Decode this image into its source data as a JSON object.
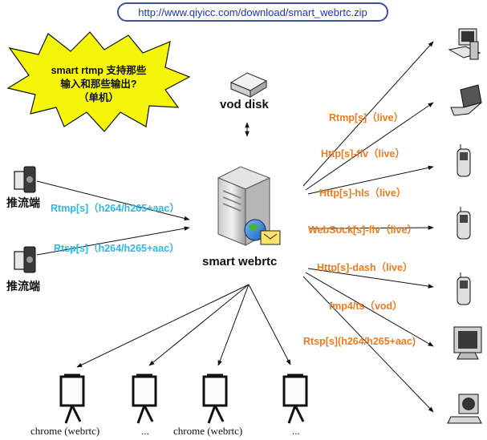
{
  "url": "http://www.qiyicc.com/download/smart_webrtc.zip",
  "callout": {
    "line1": "smart rtmp 支持那些",
    "line2": "输入和那些输出?",
    "line3": "（单机）"
  },
  "storage": {
    "label": "vod disk"
  },
  "server": {
    "label": "smart webrtc"
  },
  "inputs": [
    {
      "label": "推流端",
      "protocol": "Rtmp[s]（h264/h265+aac）"
    },
    {
      "label": "推流端",
      "protocol": "Rtsp[s]（h264/h265+aac）"
    }
  ],
  "outputs": [
    "Rtmp[s]（live）",
    "Http[s]-flv（live）",
    "Http[s]-hls（live）",
    "WebSock[s]-flv（live）",
    "Http[s]-dash（live）",
    "fmp4/ts（vod）",
    "Rtsp[s](h264/h265+aac)"
  ],
  "clients": [
    "chrome (webrtc)",
    "...",
    "chrome (webrtc)",
    "..."
  ],
  "colors": {
    "input_label": "#2bb8e6",
    "output_label": "#f07a1f",
    "url": "#1b35b8",
    "callout_fill": "#f5f50a"
  }
}
